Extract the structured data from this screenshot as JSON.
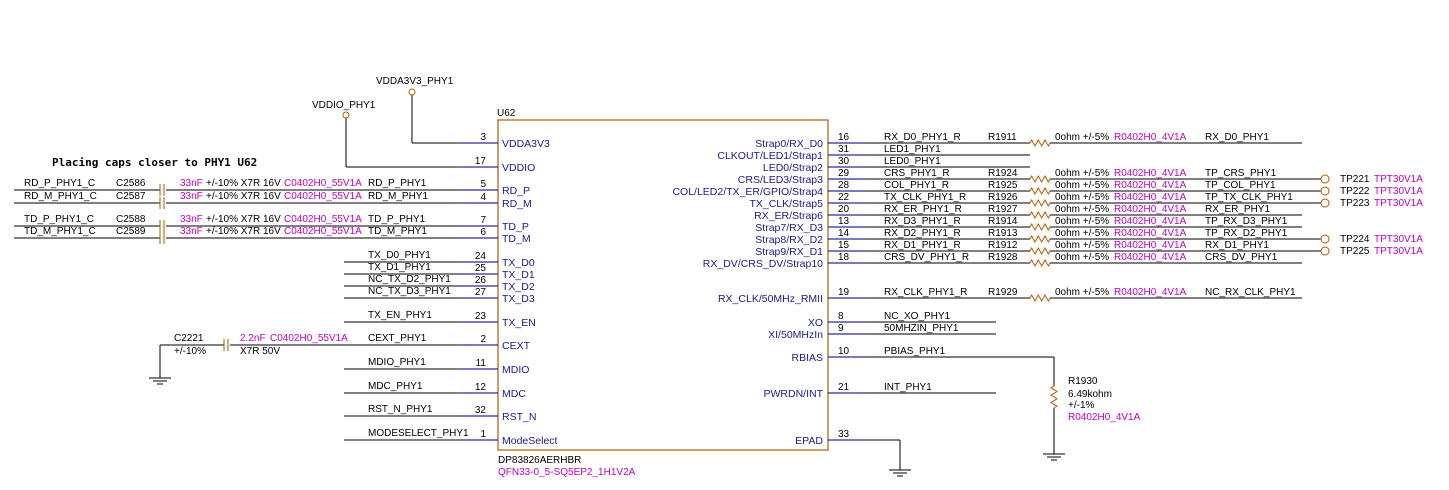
{
  "ref": "U62",
  "part": "DP83826AERHBR",
  "footprint": "QFN33-0_5-SQ5EP2_1H1V2A",
  "note": "Placing caps closer to PHY1 U62",
  "power": {
    "vdda": "VDDA3V3_PHY1",
    "vddio": "VDDIO_PHY1"
  },
  "left_pins": [
    {
      "num": "3",
      "name": "VDDA3V3",
      "net": ""
    },
    {
      "num": "17",
      "name": "VDDIO",
      "net": ""
    },
    {
      "num": "5",
      "name": "RD_P",
      "net": "RD_P_PHY1"
    },
    {
      "num": "4",
      "name": "RD_M",
      "net": "RD_M_PHY1"
    },
    {
      "num": "7",
      "name": "TD_P",
      "net": "TD_P_PHY1"
    },
    {
      "num": "6",
      "name": "TD_M",
      "net": "TD_M_PHY1"
    },
    {
      "num": "24",
      "name": "TX_D0",
      "net": "TX_D0_PHY1"
    },
    {
      "num": "25",
      "name": "TX_D1",
      "net": "TX_D1_PHY1"
    },
    {
      "num": "26",
      "name": "TX_D2",
      "net": "NC_TX_D2_PHY1"
    },
    {
      "num": "27",
      "name": "TX_D3",
      "net": "NC_TX_D3_PHY1"
    },
    {
      "num": "23",
      "name": "TX_EN",
      "net": "TX_EN_PHY1"
    },
    {
      "num": "2",
      "name": "CEXT",
      "net": "CEXT_PHY1"
    },
    {
      "num": "11",
      "name": "MDIO",
      "net": "MDIO_PHY1"
    },
    {
      "num": "12",
      "name": "MDC",
      "net": "MDC_PHY1"
    },
    {
      "num": "32",
      "name": "RST_N",
      "net": "RST_N_PHY1"
    },
    {
      "num": "1",
      "name": "ModeSelect",
      "net": "MODESELECT_PHY1"
    }
  ],
  "right_pins": [
    {
      "num": "16",
      "name": "Strap0/RX_D0",
      "net": "RX_D0_PHY1_R"
    },
    {
      "num": "31",
      "name": "CLKOUT/LED1/Strap1",
      "net": "LED1_PHY1"
    },
    {
      "num": "30",
      "name": "LED0/Strap2",
      "net": "LED0_PHY1"
    },
    {
      "num": "29",
      "name": "CRS/LED3/Strap3",
      "net": "CRS_PHY1_R"
    },
    {
      "num": "28",
      "name": "COL/LED2/TX_ER/GPIO/Strap4",
      "net": "COL_PHY1_R"
    },
    {
      "num": "22",
      "name": "TX_CLK/Strap5",
      "net": "TX_CLK_PHY1_R"
    },
    {
      "num": "20",
      "name": "RX_ER/Strap6",
      "net": "RX_ER_PHY1_R"
    },
    {
      "num": "13",
      "name": "Strap7/RX_D3",
      "net": "RX_D3_PHY1_R"
    },
    {
      "num": "14",
      "name": "Strap8/RX_D2",
      "net": "RX_D2_PHY1_R"
    },
    {
      "num": "15",
      "name": "Strap9/RX_D1",
      "net": "RX_D1_PHY1_R"
    },
    {
      "num": "18",
      "name": "RX_DV/CRS_DV/Strap10",
      "net": "CRS_DV_PHY1_R"
    },
    {
      "num": "19",
      "name": "RX_CLK/50MHz_RMII",
      "net": "RX_CLK_PHY1_R"
    },
    {
      "num": "8",
      "name": "XO",
      "net": "NC_XO_PHY1"
    },
    {
      "num": "9",
      "name": "XI/50MHzIn",
      "net": "50MHZIN_PHY1"
    },
    {
      "num": "10",
      "name": "RBIAS",
      "net": "PBIAS_PHY1"
    },
    {
      "num": "21",
      "name": "PWRDN/INT",
      "net": "INT_PHY1"
    },
    {
      "num": "33",
      "name": "EPAD",
      "net": ""
    }
  ],
  "caps": [
    {
      "ref": "C2586",
      "net": "RD_P_PHY1_C",
      "val": "33nF",
      "tol": "+/-10%",
      "diel": "X7R",
      "volt": "16V",
      "fp": "C0402H0_55V1A"
    },
    {
      "ref": "C2587",
      "net": "RD_M_PHY1_C",
      "val": "33nF",
      "tol": "+/-10%",
      "diel": "X7R",
      "volt": "16V",
      "fp": "C0402H0_55V1A"
    },
    {
      "ref": "C2588",
      "net": "TD_P_PHY1_C",
      "val": "33nF",
      "tol": "+/-10%",
      "diel": "X7R",
      "volt": "16V",
      "fp": "C0402H0_55V1A"
    },
    {
      "ref": "C2589",
      "net": "TD_M_PHY1_C",
      "val": "33nF",
      "tol": "+/-10%",
      "diel": "X7R",
      "volt": "16V",
      "fp": "C0402H0_55V1A"
    }
  ],
  "cext_cap": {
    "ref": "C2221",
    "val": "2.2nF",
    "fp": "C0402H0_55V1A",
    "tol": "+/-10%",
    "rating": "X7R  50V"
  },
  "resistors": [
    {
      "ref": "R1911",
      "val": "0ohm +/-5%",
      "fp": "R0402H0_4V1A",
      "out": "RX_D0_PHY1"
    },
    {
      "ref": "R1924",
      "val": "0ohm +/-5%",
      "fp": "R0402H0_4V1A",
      "out": "TP_CRS_PHY1"
    },
    {
      "ref": "R1925",
      "val": "0ohm +/-5%",
      "fp": "R0402H0_4V1A",
      "out": "TP_COL_PHY1"
    },
    {
      "ref": "R1926",
      "val": "0ohm +/-5%",
      "fp": "R0402H0_4V1A",
      "out": "TP_TX_CLK_PHY1"
    },
    {
      "ref": "R1927",
      "val": "0ohm +/-5%",
      "fp": "R0402H0_4V1A",
      "out": "RX_ER_PHY1"
    },
    {
      "ref": "R1914",
      "val": "0ohm +/-5%",
      "fp": "R0402H0_4V1A",
      "out": "TP_RX_D3_PHY1"
    },
    {
      "ref": "R1913",
      "val": "0ohm +/-5%",
      "fp": "R0402H0_4V1A",
      "out": "TP_RX_D2_PHY1"
    },
    {
      "ref": "R1912",
      "val": "0ohm +/-5%",
      "fp": "R0402H0_4V1A",
      "out": "RX_D1_PHY1"
    },
    {
      "ref": "R1928",
      "val": "0ohm +/-5%",
      "fp": "R0402H0_4V1A",
      "out": "CRS_DV_PHY1"
    },
    {
      "ref": "R1929",
      "val": "0ohm +/-5%",
      "fp": "R0402H0_4V1A",
      "out": "NC_RX_CLK_PHY1"
    }
  ],
  "testpoints": [
    {
      "ref": "TP221",
      "fp": "TPT30V1A"
    },
    {
      "ref": "TP222",
      "fp": "TPT30V1A"
    },
    {
      "ref": "TP223",
      "fp": "TPT30V1A"
    },
    {
      "ref": "TP224",
      "fp": "TPT30V1A"
    },
    {
      "ref": "TP225",
      "fp": "TPT30V1A"
    }
  ],
  "rbias": {
    "ref": "R1930",
    "val": "6.49kohm",
    "tol": "+/-1%",
    "fp": "R0402H0_4V1A"
  }
}
